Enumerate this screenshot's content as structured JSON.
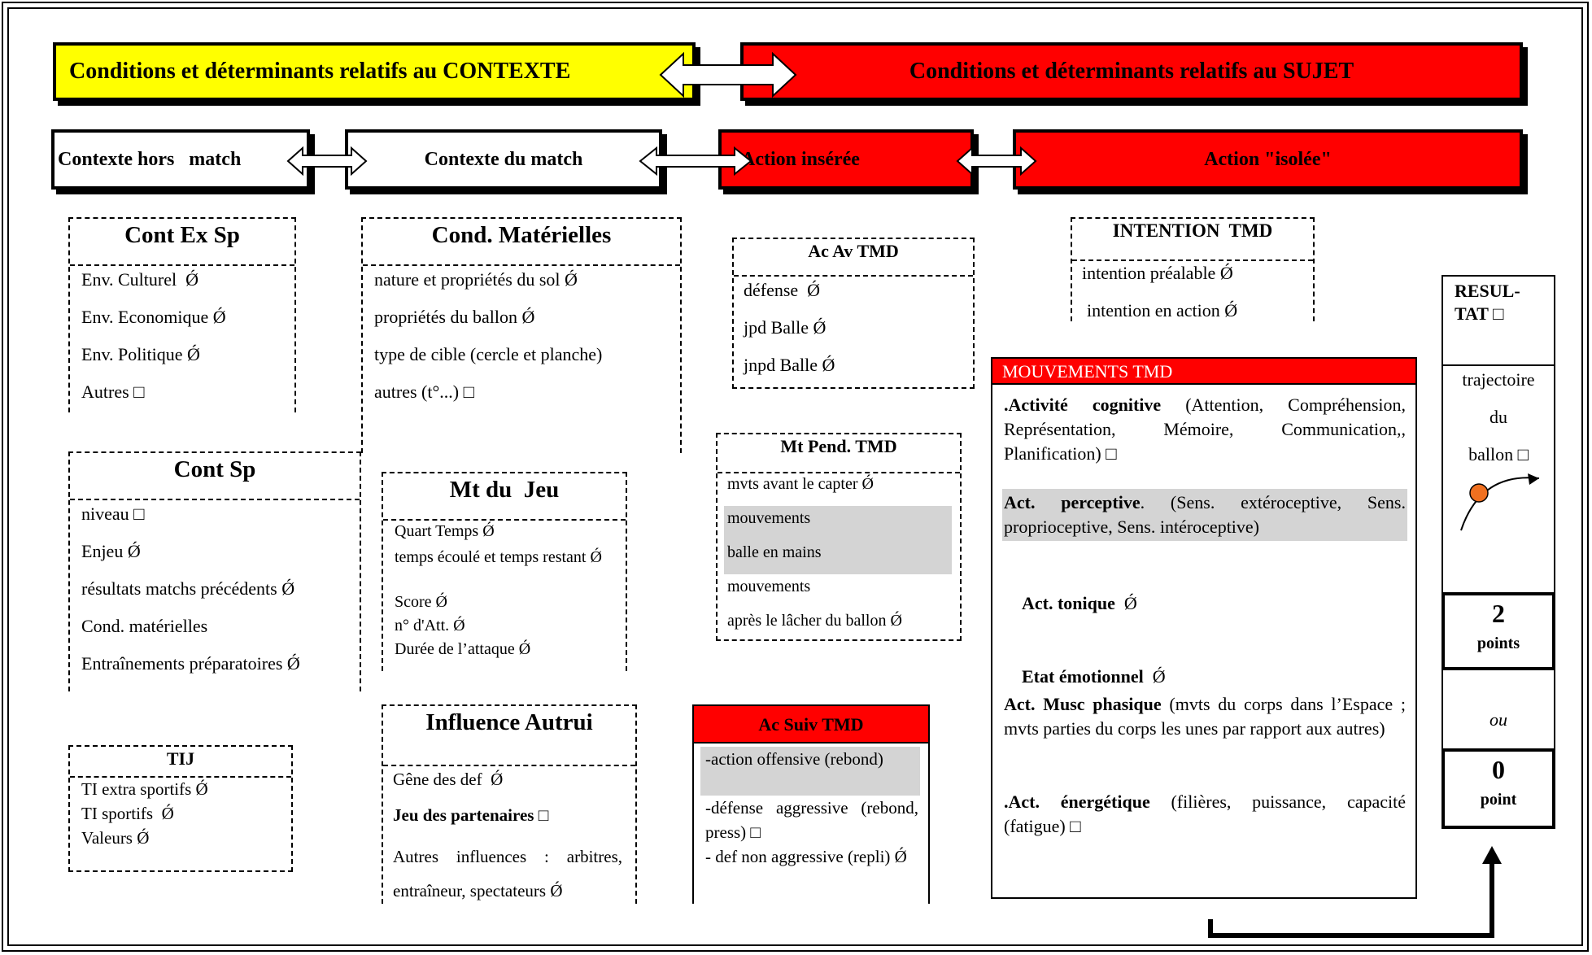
{
  "top_headers": {
    "contexte": "Conditions et déterminants relatifs au CONTEXTE",
    "sujet": "Conditions et déterminants relatifs au SUJET"
  },
  "second_row": {
    "hors_match": "Contexte hors   match",
    "du_match": "Contexte du match",
    "action_inseree": "Action insérée",
    "action_isolee": "Action \"isolée\""
  },
  "cont_ex_sp": {
    "title": "Cont Ex Sp",
    "items": [
      "Env. Culturel  Ǿ",
      "Env. Economique Ǿ",
      "Env. Politique Ǿ",
      "Autres □"
    ]
  },
  "cont_sp": {
    "title": "Cont Sp",
    "items": [
      "niveau □",
      "Enjeu Ǿ",
      "résultats matchs précédents Ǿ",
      "Cond. matérielles",
      "Entraînements préparatoires Ǿ"
    ]
  },
  "tij": {
    "title": "TIJ",
    "items": [
      "TI extra sportifs Ǿ",
      "TI sportifs  Ǿ",
      "Valeurs Ǿ"
    ]
  },
  "cond_materielles": {
    "title": "Cond. Matérielles",
    "items": [
      "nature et propriétés du sol Ǿ",
      "propriétés du ballon Ǿ",
      "type de cible (cercle et planche)",
      "autres (t°...) □"
    ]
  },
  "mt_du_jeu": {
    "title": "Mt du  Jeu",
    "items": [
      "Quart Temps Ǿ",
      "temps écoulé et temps restant Ǿ",
      "Score Ǿ",
      "n° d'Att. Ǿ",
      "Durée de l’attaque Ǿ"
    ]
  },
  "influence_autrui": {
    "title": "Influence Autrui",
    "item1": "Gêne des def  Ǿ",
    "item2": "Jeu des partenaires",
    "item2_mark": " □",
    "item3": "Autres influences : arbitres, entraîneur, spectateurs Ǿ"
  },
  "ac_av_tmd": {
    "title": "Ac Av TMD",
    "items": [
      "défense  Ǿ",
      "jpd Balle Ǿ",
      "jnpd Balle Ǿ"
    ]
  },
  "mt_pend_tmd": {
    "title": "Mt Pend. TMD",
    "items": [
      "mvts avant le capter Ǿ",
      "mouvements",
      "balle en mains",
      "mouvements",
      "après le lâcher du ballon Ǿ"
    ]
  },
  "ac_suiv_tmd": {
    "title": "Ac Suiv TMD",
    "item1": "-action offensive (rebond)",
    "item2": "-défense aggressive (rebond, press) □",
    "item3": "- def non aggressive (repli) Ǿ"
  },
  "intention_tmd": {
    "title": "INTENTION  TMD",
    "items": [
      "intention préalable Ǿ",
      "intention en action Ǿ"
    ]
  },
  "mouvements_tmd": {
    "title": "MOUVEMENTS TMD",
    "activite_cognitive_bold": ".Activité cognitive",
    "activite_cognitive_rest": " (Attention, Compréhension, Représentation, Mémoire, Communication,, Planification) □",
    "act_perceptive_bold": "Act. perceptive",
    "act_perceptive_rest": ". (Sens. extéroceptive, Sens. proprioceptive, Sens. intéroceptive)",
    "act_tonique_bold": "Act. tonique",
    "act_tonique_rest": "  Ǿ",
    "etat_emotionnel_bold": "Etat émotionnel",
    "etat_emotionnel_rest": "  Ǿ",
    "act_musc_bold": "Act. Musc phasique",
    "act_musc_rest": " (mvts du corps dans l’Espace ; mvts parties du corps les unes par rapport aux autres)",
    "act_energetique_bold": ".Act. énergétique",
    "act_energetique_rest": " (filières, puissance, capacité (fatigue) □"
  },
  "resultat": {
    "title1": "RESUL-",
    "title2": "TAT □",
    "traj1": "trajectoire",
    "traj2": "du",
    "traj3": "ballon □",
    "two_num": "2",
    "two_label": "points",
    "ou": "ou",
    "zero_num": "0",
    "zero_label": "point"
  },
  "colors": {
    "red": "#ff0000",
    "yellow": "#ffff00",
    "grey": "#d4d4d4",
    "ball": "#f07020"
  }
}
